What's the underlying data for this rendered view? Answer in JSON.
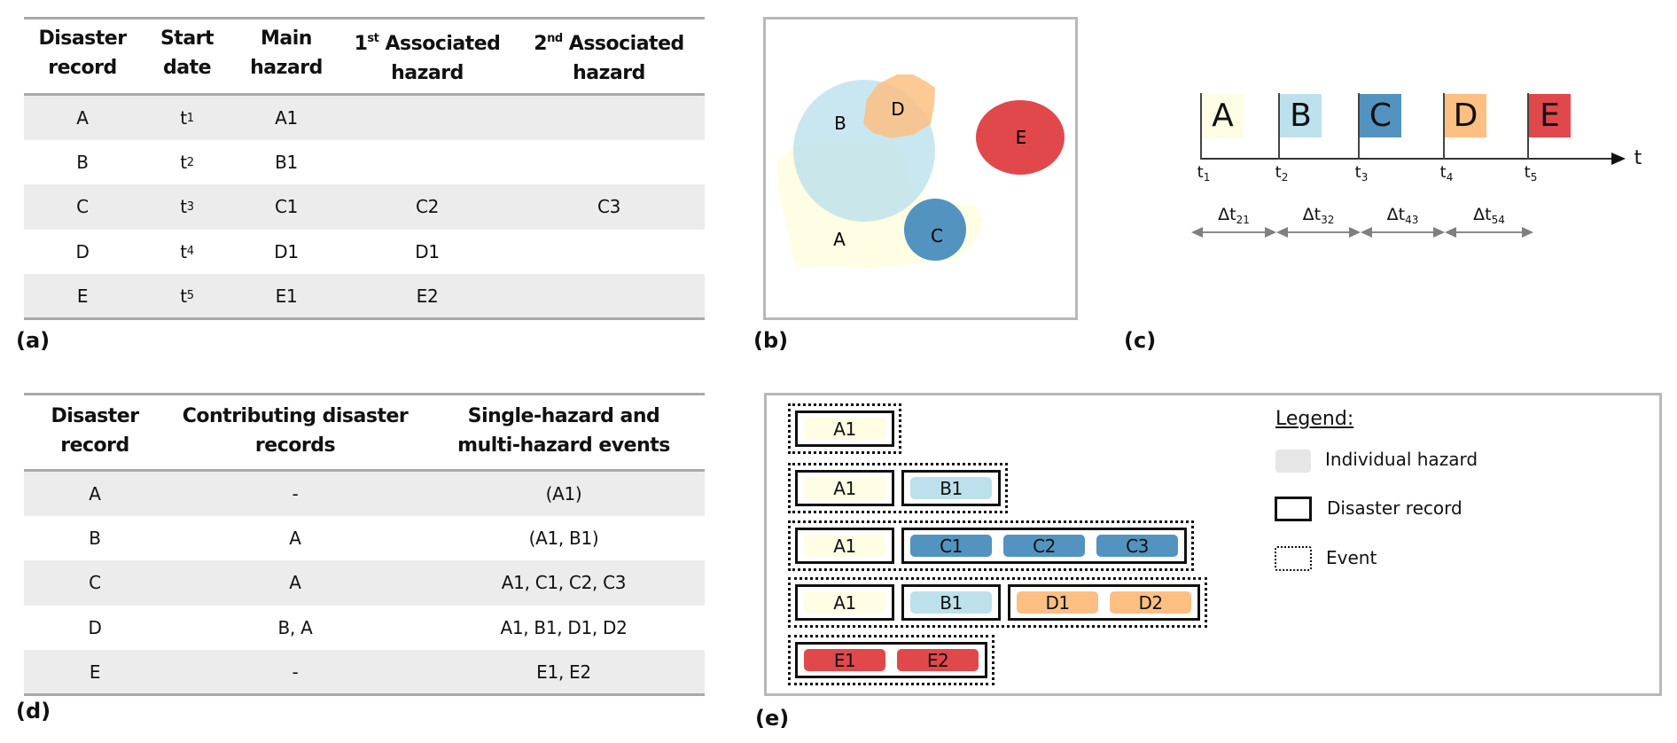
{
  "colors": {
    "A": "#fffde3",
    "B": "#bce1ec",
    "C": "#5393c0",
    "D": "#fdbf82",
    "E": "#e1484c",
    "individual_hazard_legend": "#e6e6e6",
    "row_shade": "#ececec"
  },
  "panel_labels": {
    "a": "(a)",
    "b": "(b)",
    "c": "(c)",
    "d": "(d)",
    "e": "(e)"
  },
  "table_a": {
    "headers": [
      {
        "line1": "Disaster",
        "line2": "record"
      },
      {
        "line1": "Start",
        "line2": "date"
      },
      {
        "line1": "Main",
        "line2": "hazard"
      },
      {
        "prefix": "1",
        "sup": "st",
        "line1": " Associated",
        "line2": "hazard"
      },
      {
        "prefix": "2",
        "sup": "nd",
        "line1": " Associated",
        "line2": "hazard"
      }
    ],
    "rows": [
      {
        "record": "A",
        "date_base": "t",
        "date_sub": "1",
        "main": "A1",
        "assoc1": "",
        "assoc2": ""
      },
      {
        "record": "B",
        "date_base": "t",
        "date_sub": "2",
        "main": "B1",
        "assoc1": "",
        "assoc2": ""
      },
      {
        "record": "C",
        "date_base": "t",
        "date_sub": "3",
        "main": "C1",
        "assoc1": "C2",
        "assoc2": "C3"
      },
      {
        "record": "D",
        "date_base": "t",
        "date_sub": "4",
        "main": "D1",
        "assoc1": "D1",
        "assoc2": ""
      },
      {
        "record": "E",
        "date_base": "t",
        "date_sub": "5",
        "main": "E1",
        "assoc1": "E2",
        "assoc2": ""
      }
    ]
  },
  "venn": {
    "labels": {
      "A": "A",
      "B": "B",
      "C": "C",
      "D": "D",
      "E": "E"
    }
  },
  "timeline": {
    "axis_label": "t",
    "flags": [
      {
        "letter": "A",
        "time_base": "t",
        "time_sub": "1"
      },
      {
        "letter": "B",
        "time_base": "t",
        "time_sub": "2"
      },
      {
        "letter": "C",
        "time_base": "t",
        "time_sub": "3"
      },
      {
        "letter": "D",
        "time_base": "t",
        "time_sub": "4"
      },
      {
        "letter": "E",
        "time_base": "t",
        "time_sub": "5"
      }
    ],
    "intervals": [
      {
        "base": "Δt",
        "sub": "21"
      },
      {
        "base": "Δt",
        "sub": "32"
      },
      {
        "base": "Δt",
        "sub": "43"
      },
      {
        "base": "Δt",
        "sub": "54"
      }
    ]
  },
  "table_d": {
    "headers": [
      {
        "line1": "Disaster",
        "line2": "record"
      },
      {
        "line1": "Contributing disaster",
        "line2": "records"
      },
      {
        "line1": "Single-hazard and",
        "line2": "multi-hazard events"
      }
    ],
    "rows": [
      {
        "record": "A",
        "contributing": "-",
        "events": "(A1)"
      },
      {
        "record": "B",
        "contributing": "A",
        "events": "(A1, B1)"
      },
      {
        "record": "C",
        "contributing": "A",
        "events": "A1, C1, C2, C3"
      },
      {
        "record": "D",
        "contributing": "B, A",
        "events": "A1, B1, D1, D2"
      },
      {
        "record": "E",
        "contributing": "-",
        "events": "E1, E2"
      }
    ]
  },
  "events": [
    {
      "records": [
        {
          "hazards": [
            "A1"
          ]
        }
      ]
    },
    {
      "records": [
        {
          "hazards": [
            "A1"
          ]
        },
        {
          "hazards": [
            "B1"
          ]
        }
      ]
    },
    {
      "records": [
        {
          "hazards": [
            "A1"
          ]
        },
        {
          "hazards": [
            "C1",
            "C2",
            "C3"
          ]
        }
      ]
    },
    {
      "records": [
        {
          "hazards": [
            "A1"
          ]
        },
        {
          "hazards": [
            "B1"
          ]
        },
        {
          "hazards": [
            "D1",
            "D2"
          ]
        }
      ]
    },
    {
      "records": [
        {
          "hazards": [
            "E1",
            "E2"
          ]
        }
      ]
    }
  ],
  "legend": {
    "title": "Legend:",
    "items": [
      {
        "kind": "individual-hazard",
        "label": "Individual hazard"
      },
      {
        "kind": "disaster-record",
        "label": "Disaster record"
      },
      {
        "kind": "event",
        "label": "Event"
      }
    ]
  }
}
